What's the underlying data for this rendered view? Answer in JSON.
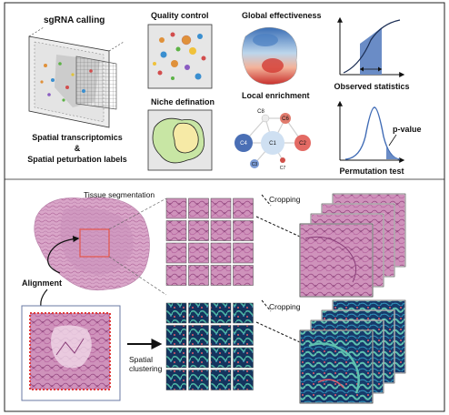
{
  "labels": {
    "sgrna_calling": "sgRNA calling",
    "quality_control": "Quality control",
    "global_effectiveness": "Global effectiveness",
    "niche_definition": "Niche defination",
    "local_enrichment": "Local enrichment",
    "observed_statistics": "Observed statistics",
    "permutation_test": "Permutation test",
    "p_value": "p-value",
    "spatial_line1": "Spatial transcriptomics",
    "spatial_line2": "&",
    "spatial_line3": "Spatial peturbation labels",
    "tissue_segmentation": "Tissue segmentation",
    "cropping_top": "Cropping",
    "cropping_bottom": "Cropping",
    "alignment": "Alignment",
    "spatial_clustering_1": "Spatial",
    "spatial_clustering_2": "clustering"
  },
  "network_nodes": [
    "C8",
    "C6",
    "C4",
    "C1",
    "C2",
    "C3",
    "C7"
  ],
  "colors": {
    "he_pink": "#d79cc4",
    "cluster_blue": "#14345e",
    "cluster_teal": "#4db5a4",
    "node_blue": "#4a6fb5",
    "node_red": "#d0504a",
    "curve_blue": "#3f6bb5"
  }
}
